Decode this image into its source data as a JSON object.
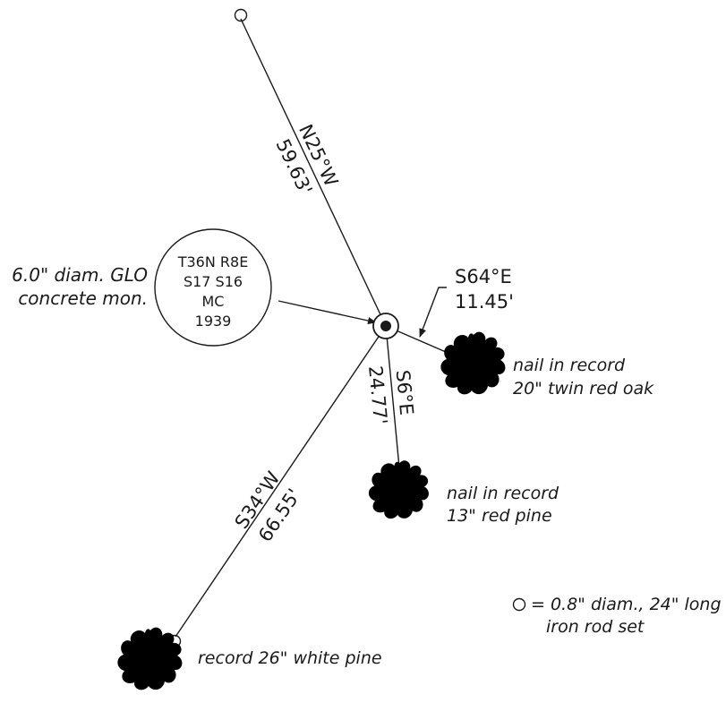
{
  "monument": {
    "callout": [
      "6.0\" diam. GLO",
      "concrete mon."
    ],
    "stamp": [
      "T36N R8E",
      "S17 S16",
      "MC",
      "1939"
    ]
  },
  "ties": {
    "north": {
      "bearing": "N25°W",
      "distance": "59.63'"
    },
    "east": {
      "bearing": "S64°E",
      "distance": "11.45'"
    },
    "south": {
      "bearing": "S6°E",
      "distance": "24.77'"
    },
    "southwest": {
      "bearing": "S34°W",
      "distance": "66.55'"
    }
  },
  "trees": {
    "oak": [
      "nail in record",
      "20\" twin red oak"
    ],
    "red_pine": [
      "nail in record",
      "13\" red pine"
    ],
    "white_pine": [
      "record 26\" white pine"
    ]
  },
  "legend": [
    "= 0.8\" diam., 24\" long",
    "iron rod set"
  ],
  "colors": {
    "ink": "#1a1a1a",
    "background": "#ffffff"
  }
}
